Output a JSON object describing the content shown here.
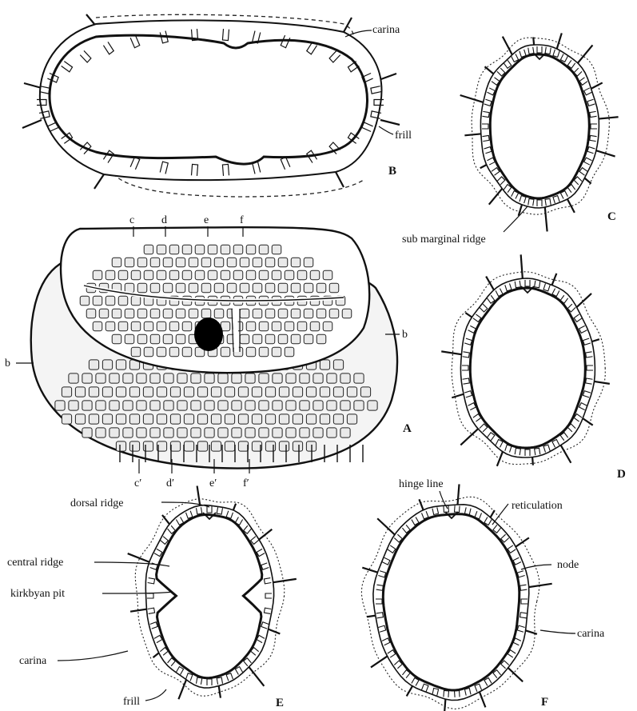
{
  "figures": {
    "A": {
      "letter": "A",
      "section_marks_top": [
        "c",
        "d",
        "e",
        "f"
      ],
      "section_marks_bottom": [
        "c′",
        "d′",
        "e′",
        "f′"
      ],
      "section_marks_side": [
        "b",
        "b"
      ]
    },
    "B": {
      "letter": "B",
      "labels": {
        "carina": "carina",
        "frill": "frill"
      }
    },
    "C": {
      "letter": "C",
      "labels": {
        "submarginal_ridge": "sub marginal ridge"
      }
    },
    "D": {
      "letter": "D"
    },
    "E": {
      "letter": "E",
      "labels": {
        "dorsal_ridge": "dorsal ridge",
        "central_ridge": "central ridge",
        "kirkbyan_pit": "kirkbyan pit",
        "carina": "carina",
        "frill": "frill"
      }
    },
    "F": {
      "letter": "F",
      "labels": {
        "hinge_line": "hinge line",
        "reticulation": "reticulation",
        "node": "node",
        "carina": "carina"
      }
    }
  }
}
